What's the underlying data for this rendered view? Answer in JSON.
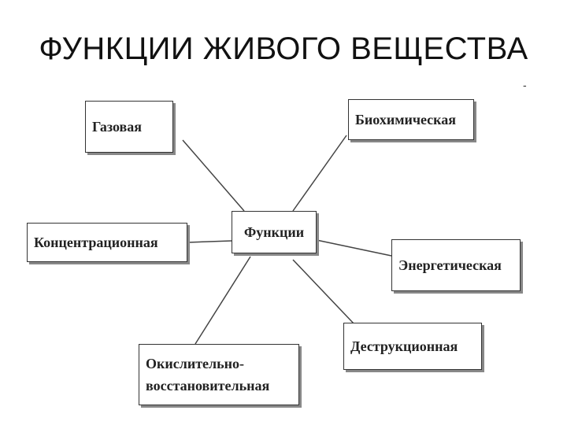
{
  "title": "ФУНКЦИИ ЖИВОГО ВЕЩЕСТВА",
  "corner_mark": "-",
  "diagram": {
    "center": "Функции",
    "nodes": {
      "gas": "Газовая",
      "biochem": "Биохимическая",
      "concentr": "Концентрационная",
      "energy": "Энергетическая",
      "destruct": "Деструкционная",
      "redox_line1": "Окислительно-",
      "redox_line2": "восстановительная"
    }
  }
}
